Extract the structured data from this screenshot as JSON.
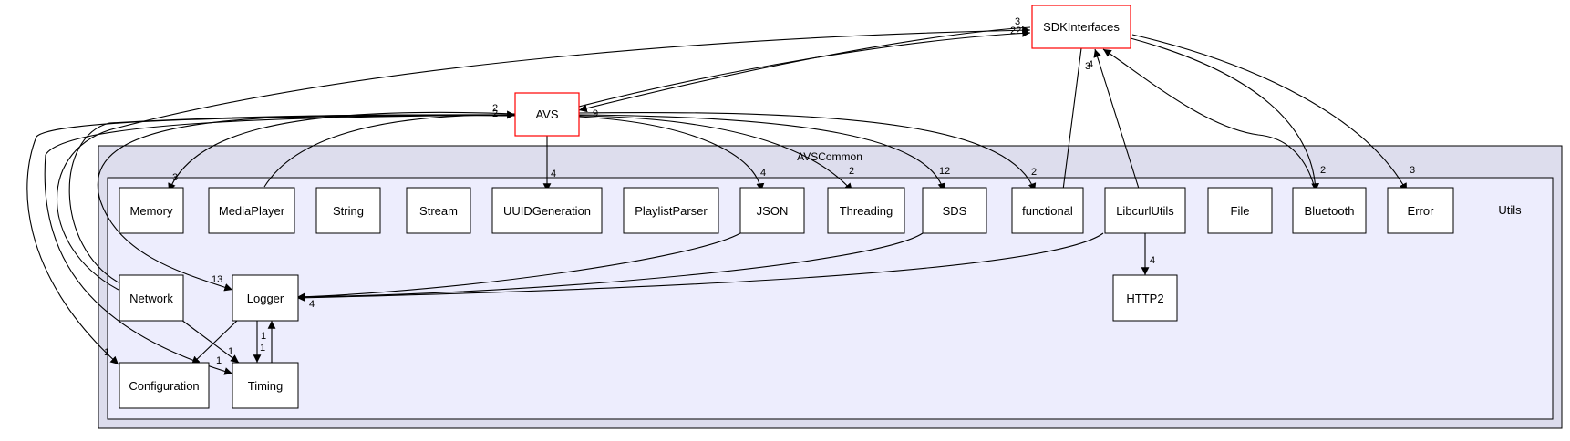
{
  "clusters": {
    "outer": {
      "label": "AVSCommon"
    },
    "inner": {
      "label": "Utils"
    }
  },
  "colors": {
    "outer_fill": "#dddded",
    "inner_fill": "#ededfd",
    "highlight_border": "#ff0000",
    "node_border": "#000000"
  },
  "nodes": {
    "sdkinterfaces": "SDKInterfaces",
    "avs": "AVS",
    "memory": "Memory",
    "mediaplayer": "MediaPlayer",
    "string": "String",
    "stream": "Stream",
    "uuidgeneration": "UUIDGeneration",
    "playlistparser": "PlaylistParser",
    "json": "JSON",
    "threading": "Threading",
    "sds": "SDS",
    "functional": "functional",
    "libcurlutils": "LibcurlUtils",
    "file": "File",
    "bluetooth": "Bluetooth",
    "error": "Error",
    "network": "Network",
    "logger": "Logger",
    "http2": "HTTP2",
    "configuration": "Configuration",
    "timing": "Timing"
  },
  "edge_labels": {
    "sdk_avs_top": "3",
    "sdk_avs_mid": "22",
    "avs_sdk": "9",
    "sdk_functional": "3",
    "libcurl_sdk": "4",
    "sdk_bluetooth": "2",
    "sdk_error": "3",
    "avs_memory": "3",
    "avs_uuid": "4",
    "avs_json": "4",
    "avs_threading": "2",
    "avs_sds": "12",
    "avs_functional": "2",
    "avs_logger": "13",
    "avs_configuration": "1",
    "avs_timing": "1",
    "mediaplayer_avs": "2",
    "network_avs": "2",
    "network_timing": "1",
    "libcurl_http2": "4",
    "logger_in": "4",
    "logger_timing": "1",
    "timing_logger": "1"
  }
}
